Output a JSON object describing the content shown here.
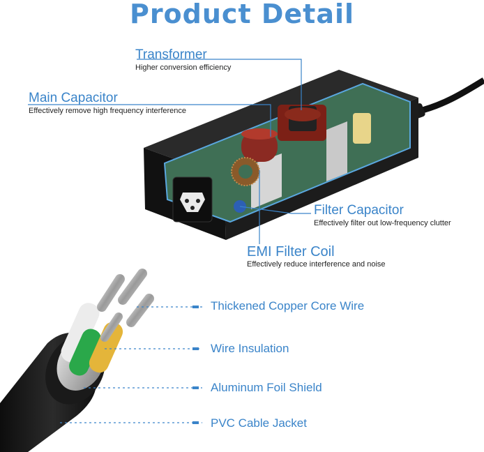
{
  "page": {
    "title": "Product Detail"
  },
  "components": {
    "transformer": {
      "name": "Transformer",
      "desc": "Higher conversion efficiency"
    },
    "main_capacitor": {
      "name": "Main Capacitor",
      "desc": "Effectively remove high frequency interference"
    },
    "filter_capacitor": {
      "name": "Filter Capacitor",
      "desc": "Effectively filter out low-frequency clutter"
    },
    "emi_filter_coil": {
      "name": "EMI Filter Coil",
      "desc": "Effectively reduce interference and noise"
    }
  },
  "cable_layers": [
    {
      "name": "Thickened Copper Core Wire"
    },
    {
      "name": "Wire Insulation"
    },
    {
      "name": "Aluminum Foil Shield"
    },
    {
      "name": "PVC Cable Jacket"
    }
  ],
  "colors": {
    "title": "#4a8fd0",
    "accent": "#3a84c9",
    "adapter_body": "#1c1c1c",
    "pcb": "#3f6f55",
    "conductor_wire_1": "#e8e8e8",
    "conductor_wire_2": "#2aa84a",
    "conductor_wire_3": "#e4b53a"
  }
}
